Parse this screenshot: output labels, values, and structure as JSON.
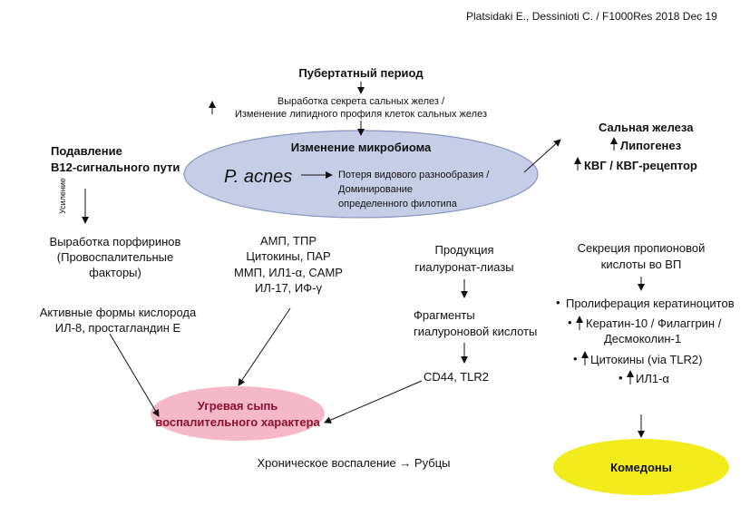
{
  "citation": "Platsidaki E., Dessinioti C. / F1000Res 2018 Dec 19",
  "top": {
    "puberty": "Пубертатный период",
    "secretion_line1": "Выработка секрета сальных желез /",
    "secretion_line2": "Изменение липидного профиля клеток сальных желез",
    "microbiome_change": "Изменение микробиома"
  },
  "pacnes": {
    "name": "P. acnes",
    "diversity_line1": "Потеря видового разнообразия /",
    "diversity_line2": "Доминирование",
    "diversity_line3": "определенного филотипа"
  },
  "gland": {
    "title": "Сальная железа",
    "lipogenesis": "Липогенез",
    "kvg": "КВГ / КВГ-рецептор"
  },
  "left": {
    "suppression_line1": "Подавление",
    "suppression_line2": "B12-сигнального пути",
    "amplification": "Усиление",
    "porphyrin_line1": "Выработка порфиринов",
    "porphyrin_line2": "(Провоспалительные",
    "porphyrin_line3": "факторы)",
    "ros_line1": "Активные формы кислорода",
    "ros_line2": "ИЛ-8, простагландин E"
  },
  "center": {
    "line1": "АМП, ТПР",
    "line2": "Цитокины, ПАР",
    "line3": "ММП, ИЛ1-α, CAMP",
    "line4": "ИЛ-17, ИФ-γ"
  },
  "hyaluronate": {
    "line1": "Продукция",
    "line2": "гиалуронат-лиазы",
    "frag_line1": "Фрагменты",
    "frag_line2": "гиалуроновой кислоты",
    "receptors": "CD44, TLR2"
  },
  "right": {
    "propionic_line1": "Секреция пропионовой",
    "propionic_line2": "кислоты во ВП",
    "prolif": "Пролиферация кератиноцитов",
    "keratin_line1": "Кератин-10 / Филаггрин /",
    "keratin_line2": "Десмоколин-1",
    "cytokines": "Цитокины (via TLR2)",
    "il1": "ИЛ1-α"
  },
  "outcomes": {
    "acne_line1": "Угревая сыпь",
    "acne_line2": "воспалительного характера",
    "chronic": "Хроническое воспаление → Рубцы",
    "comedones": "Комедоны"
  },
  "colors": {
    "ellipse_fill": "#c6cde6",
    "ellipse_stroke": "#8a96c0",
    "acne_fill": "#f4b8c8",
    "comedones_fill": "#f2ec1c"
  }
}
